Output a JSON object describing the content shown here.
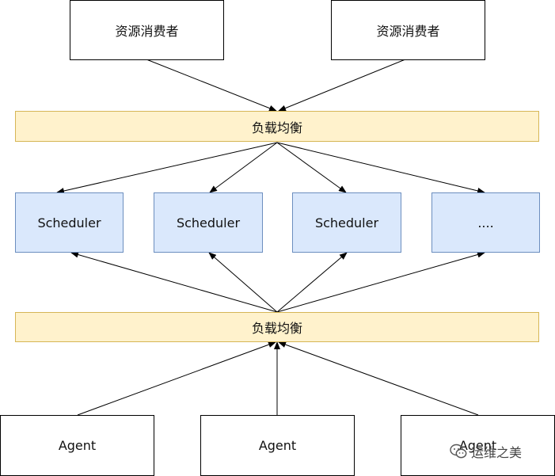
{
  "consumers": [
    {
      "label": "资源消费者"
    },
    {
      "label": "资源消费者"
    }
  ],
  "load_balancers": [
    {
      "label": "负载均衡"
    },
    {
      "label": "负载均衡"
    }
  ],
  "schedulers": [
    {
      "label": "Scheduler"
    },
    {
      "label": "Scheduler"
    },
    {
      "label": "Scheduler"
    },
    {
      "label": "...."
    }
  ],
  "agents": [
    {
      "label": "Agent"
    },
    {
      "label": "Agent"
    },
    {
      "label": "Agent"
    }
  ],
  "watermark": {
    "label": "运维之美"
  },
  "colors": {
    "load_balancer_fill": "#fff2cc",
    "load_balancer_border": "#d6b656",
    "scheduler_fill": "#dae8fc",
    "scheduler_border": "#6c8ebf",
    "box_border": "#000000",
    "arrow": "#000000"
  }
}
